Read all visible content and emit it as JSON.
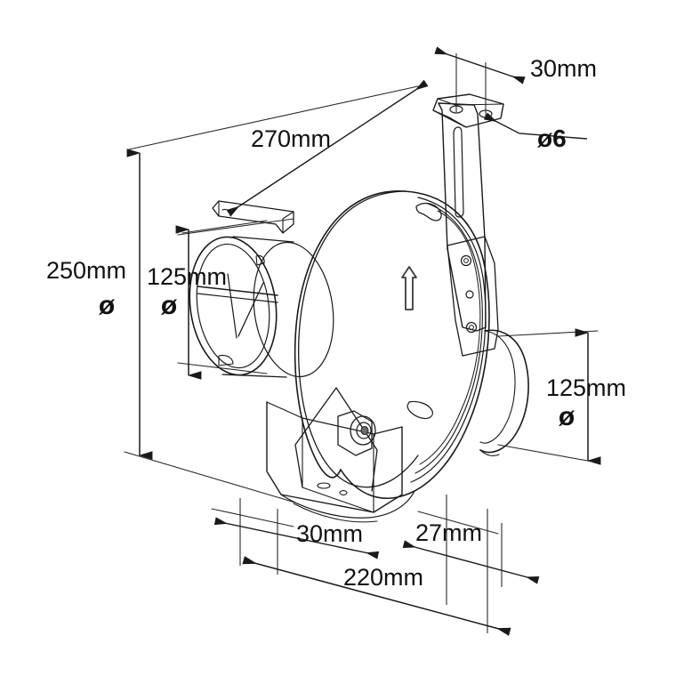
{
  "drawing": {
    "title": "Inline centrifugal duct fan dimensional drawing",
    "background_color": "#ffffff",
    "line_color": "#1a1a1a",
    "text_color": "#111111",
    "units": "mm",
    "view": "isometric"
  },
  "dimensions": {
    "height_overall": {
      "label": "250mm",
      "symbol": "ø",
      "position": "left-outer-vertical",
      "meaning": "overall body diameter"
    },
    "inlet_diameter": {
      "label": "125mm",
      "symbol": "ø",
      "position": "left-inner-vertical",
      "meaning": "inlet duct diameter"
    },
    "outlet_diameter": {
      "label": "125mm",
      "symbol": "ø",
      "position": "right-vertical",
      "meaning": "outlet duct diameter"
    },
    "bracket_length": {
      "label": "270mm",
      "symbol": "",
      "position": "top-diagonal",
      "meaning": "mounting bracket span"
    },
    "bracket_hole_spacing": {
      "label": "30mm",
      "symbol": "",
      "position": "top-right",
      "meaning": "mounting hole spacing"
    },
    "bracket_hole_diameter": {
      "label": "ø6",
      "symbol": "",
      "position": "top-right-leader",
      "meaning": "mounting hole diameter"
    },
    "inlet_collar_length": {
      "label": "30mm",
      "symbol": "",
      "position": "bottom-left",
      "meaning": "inlet collar depth"
    },
    "outlet_collar_length": {
      "label": "27mm",
      "symbol": "",
      "position": "bottom-right",
      "meaning": "outlet collar depth"
    },
    "overall_length": {
      "label": "220mm",
      "symbol": "",
      "position": "bottom-center",
      "meaning": "overall length"
    }
  },
  "annotations": {
    "airflow_arrow": "airflow-direction-arrow"
  }
}
